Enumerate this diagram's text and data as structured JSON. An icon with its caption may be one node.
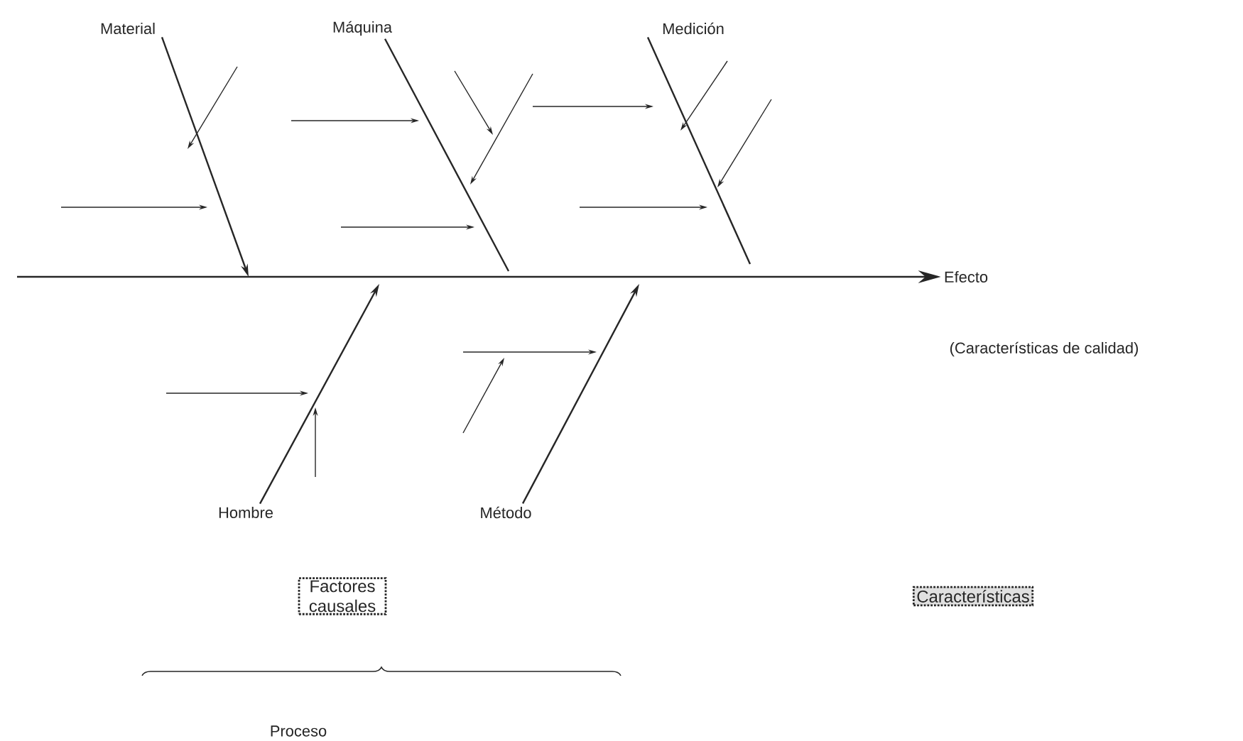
{
  "diagram": {
    "nodes": [
      {
        "text": [
          "Material"
        ]
      },
      {
        "text": [
          "Máquina"
        ]
      },
      {
        "text": [
          "Medición"
        ]
      },
      {
        "text": [
          "Hombre"
        ]
      },
      {
        "text": [
          "Método"
        ]
      },
      {
        "text": [
          "Efecto"
        ]
      },
      {
        "text": [
          "Factores causales"
        ]
      },
      {
        "text": [
          "Características"
        ]
      }
    ],
    "edges": [
      {
        "from": 0,
        "to": null,
        "arrow": "to"
      },
      {
        "from": 1,
        "to": null,
        "arrow": "none"
      },
      {
        "from": 2,
        "to": null,
        "arrow": "none"
      },
      {
        "from": 3,
        "to": null,
        "arrow": "to"
      },
      {
        "from": 4,
        "to": null,
        "arrow": "to"
      },
      {
        "from": null,
        "to": 5,
        "arrow": "to"
      }
    ],
    "labels": [
      "(Características de calidad)",
      "Proceso"
    ]
  }
}
